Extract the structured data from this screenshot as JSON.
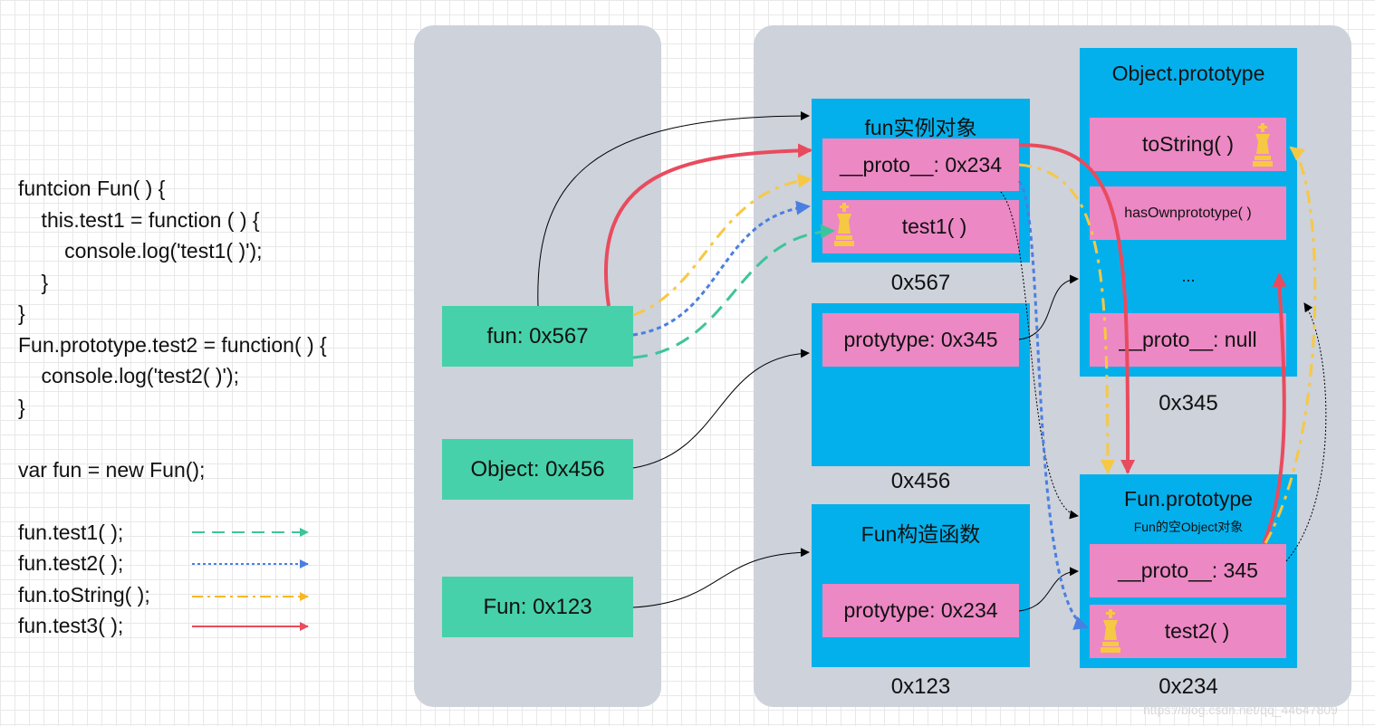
{
  "code": {
    "lines": [
      "funtcion Fun( ) {",
      "    this.test1 = function ( ) {",
      "        console.log('test1( )');",
      "    }",
      "}",
      "Fun.prototype.test2 = function( ) {",
      "    console.log('test2( )');",
      "}",
      "var fun = new Fun();"
    ]
  },
  "legend": {
    "items": [
      {
        "label": "fun.test1( );",
        "color": "#3dc49a",
        "style": "dashed"
      },
      {
        "label": "fun.test2( );",
        "color": "#4a7fe0",
        "style": "dotted"
      },
      {
        "label": "fun.toString( );",
        "color": "#f7b824",
        "style": "dash-dot"
      },
      {
        "label": "fun.test3( );",
        "color": "#e94b5e",
        "style": "solid"
      }
    ]
  },
  "stack": {
    "vars": [
      "fun: 0x567",
      "Object: 0x456",
      "Fun: 0x123"
    ]
  },
  "heap": {
    "fun_instance": {
      "title": "fun实例对象",
      "proto": "__proto__: 0x234",
      "test1": "test1( )",
      "addr": "0x567"
    },
    "object_fn": {
      "prototype": "protytype: 0x345",
      "addr": "0x456"
    },
    "fun_ctor": {
      "title": "Fun构造函数",
      "prototype": "protytype: 0x234",
      "addr": "0x123"
    },
    "object_prototype": {
      "title": "Object.prototype",
      "tostring": "toString( )",
      "hasown": "hasOwnprototype( )",
      "ellipsis": "...",
      "proto": "__proto__: null",
      "addr": "0x345"
    },
    "fun_prototype": {
      "title": "Fun.prototype",
      "subtitle": "Fun的空Object对象",
      "proto": "__proto__: 345",
      "test2": "test2( )",
      "addr": "0x234"
    }
  },
  "watermark": "https://blog.csdn.net/qq_44647809",
  "colors": {
    "panel": "#cdd2db",
    "green": "#47d1aa",
    "blue": "#04b0ec",
    "pink": "#ec88c4",
    "king": "#f7c844"
  }
}
